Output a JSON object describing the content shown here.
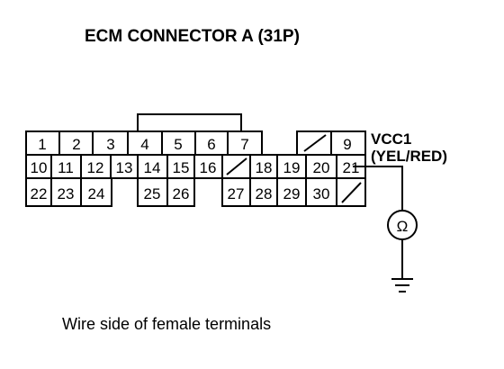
{
  "title": "ECM CONNECTOR A (31P)",
  "caption": "Wire side of female terminals",
  "probe": {
    "terminal_name": "VCC1",
    "wire_color": "(YEL/RED)",
    "meter_symbol": "Ω"
  },
  "connector": {
    "row1": [
      "1",
      "2",
      "3",
      "4",
      "5",
      "6",
      "7",
      "",
      "",
      "9"
    ],
    "row2": [
      "10",
      "11",
      "12",
      "13",
      "14",
      "15",
      "16",
      "",
      "18",
      "19",
      "20",
      "21"
    ],
    "row3": [
      "22",
      "23",
      "24",
      "",
      "25",
      "26",
      "",
      "27",
      "28",
      "29",
      "30",
      ""
    ]
  },
  "probed_terminal": "21"
}
